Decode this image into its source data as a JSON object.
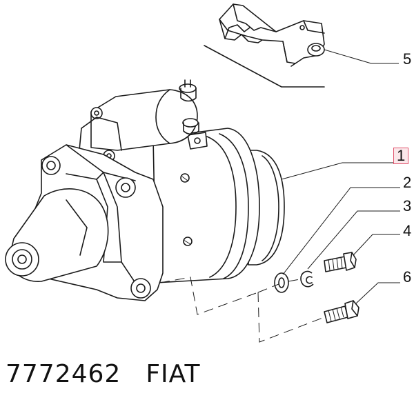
{
  "callouts": [
    {
      "id": "1",
      "label": "1",
      "highlighted": true
    },
    {
      "id": "2",
      "label": "2",
      "highlighted": false
    },
    {
      "id": "3",
      "label": "3",
      "highlighted": false
    },
    {
      "id": "4",
      "label": "4",
      "highlighted": false
    },
    {
      "id": "5",
      "label": "5",
      "highlighted": false
    },
    {
      "id": "6",
      "label": "6",
      "highlighted": false
    }
  ],
  "part_number": "7772462",
  "brand": "FIAT",
  "colors": {
    "line": "#1a1a1a",
    "highlight_border": "#e0506a",
    "highlight_fill": "#fbe7ea",
    "background": "#ffffff"
  }
}
